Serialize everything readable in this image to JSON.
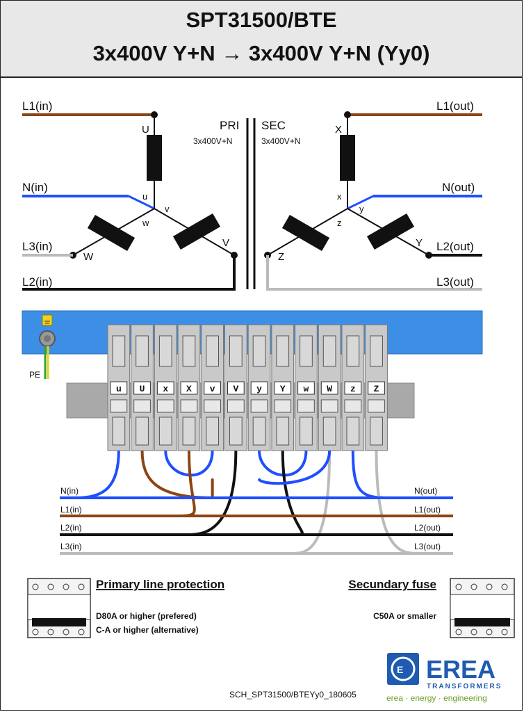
{
  "title": {
    "line1": "SPT31500/BTE",
    "line2": "3x400V Y+N → 3x400V Y+N  (Yy0)"
  },
  "schematic": {
    "pri_label": "PRI",
    "sec_label": "SEC",
    "pri_voltage": "3x400V+N",
    "sec_voltage": "3x400V+N",
    "pri_lines": {
      "l1": "L1(in)",
      "n": "N(in)",
      "l3": "L3(in)",
      "l2": "L2(in)"
    },
    "sec_lines": {
      "l1": "L1(out)",
      "n": "N(out)",
      "l2": "L2(out)",
      "l3": "L3(out)"
    },
    "pri_terms": {
      "U": "U",
      "u": "u",
      "v": "v",
      "V": "V",
      "w": "w",
      "W": "W"
    },
    "sec_terms": {
      "X": "X",
      "x": "x",
      "y": "y",
      "Y": "Y",
      "z": "z",
      "Z": "Z"
    }
  },
  "terminal_block": {
    "pe_label": "PE",
    "terminals": [
      "u",
      "U",
      "x",
      "X",
      "v",
      "V",
      "y",
      "Y",
      "w",
      "W",
      "z",
      "Z"
    ],
    "in_lines": [
      "N(in)",
      "L1(in)",
      "L2(in)",
      "L3(in)"
    ],
    "out_lines": [
      "N(out)",
      "L1(out)",
      "L2(out)",
      "L3(out)"
    ]
  },
  "protection": {
    "primary_title": "Primary line protection",
    "primary_line1": "D80A or higher (prefered)",
    "primary_line2": "C-A or higher (alternative)",
    "secondary_title": "Secundary fuse",
    "secondary_line1": "C50A or smaller"
  },
  "logo": {
    "name": "EREA",
    "sub": "TRANSFORMERS",
    "tagline": "erea · energy · engineering"
  },
  "doc_id": "SCH_SPT31500/BTEYy0_180605",
  "colors": {
    "brown": "#8b4513",
    "blue": "#1f4fff",
    "black": "#111111",
    "grey": "#bbbbbb",
    "rail": "#3d8fe6"
  }
}
